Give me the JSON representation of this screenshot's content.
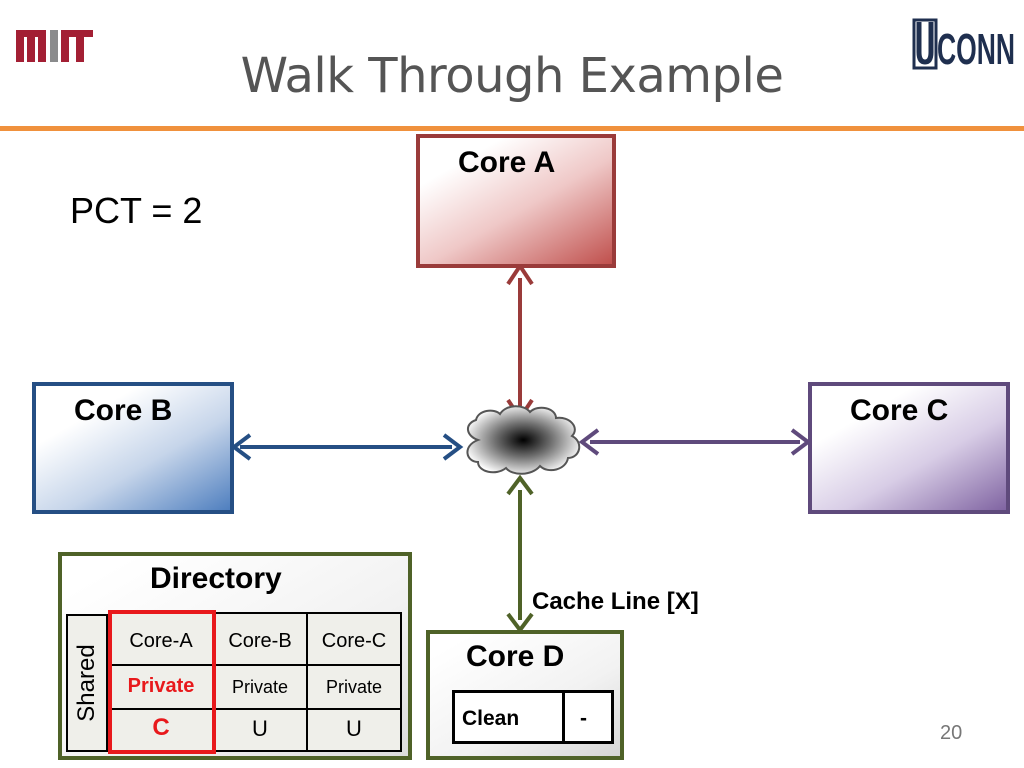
{
  "header": {
    "title": "Walk Through Example",
    "logo_left": "MIT",
    "logo_right": "UCONN"
  },
  "pct_label": "PCT = 2",
  "cores": {
    "a": {
      "label": "Core A",
      "color": "#9a3b3a"
    },
    "b": {
      "label": "Core B",
      "color": "#254f84"
    },
    "c": {
      "label": "Core C",
      "color": "#5f4a7c"
    },
    "d": {
      "label": "Core D",
      "color": "#4f6228"
    }
  },
  "network": {
    "icon": "cloud-icon"
  },
  "cache_line_label": "Cache Line [X]",
  "core_d_cache": {
    "state": "Clean",
    "value": "-"
  },
  "directory": {
    "title": "Directory",
    "row_label": "Shared",
    "columns": [
      "Core-A",
      "Core-B",
      "Core-C"
    ],
    "modes": [
      "Private",
      "Private",
      "Private"
    ],
    "states": [
      "C",
      "U",
      "U"
    ],
    "highlight_color": "#e8191c"
  },
  "page_number": "20",
  "colors": {
    "accent_rule": "#f0913d",
    "title": "#555555",
    "mit_red": "#a31f34",
    "uconn_navy": "#1f2f4f"
  }
}
